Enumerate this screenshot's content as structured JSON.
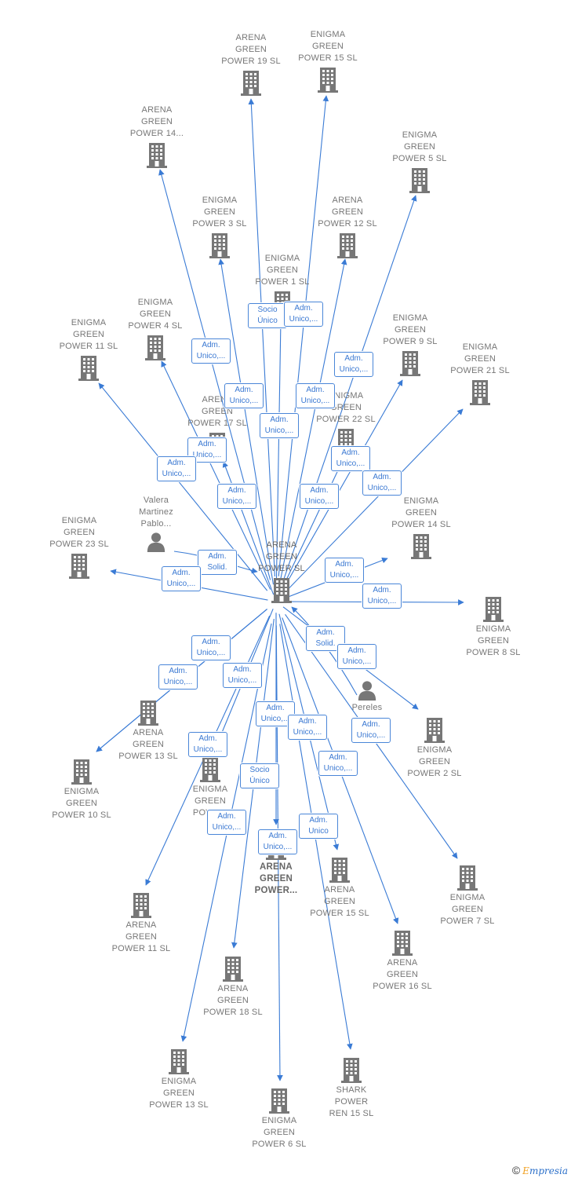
{
  "colors": {
    "edge": "#3a7bd5",
    "icon": "#777777",
    "label": "#777777",
    "badge_text": "#3a78d2"
  },
  "nodes": [
    {
      "id": "center",
      "label": "ARENA\nGREEN\nPOWER  SL",
      "icon": "building-icon",
      "kind": "center"
    },
    {
      "id": "n1",
      "label": "ARENA\nGREEN\nPOWER 19  SL",
      "icon": "building-icon"
    },
    {
      "id": "n2",
      "label": "ENIGMA\nGREEN\nPOWER 15  SL",
      "icon": "building-icon"
    },
    {
      "id": "n3",
      "label": "ARENA\nGREEN\nPOWER 14...",
      "icon": "building-icon"
    },
    {
      "id": "n4",
      "label": "ENIGMA\nGREEN\nPOWER 5  SL",
      "icon": "building-icon"
    },
    {
      "id": "n5",
      "label": "ENIGMA\nGREEN\nPOWER 3  SL",
      "icon": "building-icon"
    },
    {
      "id": "n6",
      "label": "ARENA\nGREEN\nPOWER 12  SL",
      "icon": "building-icon"
    },
    {
      "id": "n7",
      "label": "ENIGMA\nGREEN\nPOWER 1  SL",
      "icon": "building-icon"
    },
    {
      "id": "n8",
      "label": "ENIGMA\nGREEN\nPOWER 4  SL",
      "icon": "building-icon"
    },
    {
      "id": "n9",
      "label": "ENIGMA\nGREEN\nPOWER 11  SL",
      "icon": "building-icon"
    },
    {
      "id": "n10",
      "label": "ENIGMA\nGREEN\nPOWER 9  SL",
      "icon": "building-icon"
    },
    {
      "id": "n11",
      "label": "ENIGMA\nGREEN\nPOWER 21  SL",
      "icon": "building-icon"
    },
    {
      "id": "n12",
      "label": "ARENA\nGREEN\nPOWER 17  SL",
      "icon": "building-icon"
    },
    {
      "id": "n13",
      "label": "ENIGMA\nGREEN\nPOWER 22  SL",
      "icon": "building-icon"
    },
    {
      "id": "n14",
      "label": "ENIGMA\nGREEN\nPOWER 14  SL",
      "icon": "building-icon"
    },
    {
      "id": "n15",
      "label": "Valera\nMartinez\nPablo...",
      "icon": "person-icon"
    },
    {
      "id": "n16",
      "label": "ENIGMA\nGREEN\nPOWER 23  SL",
      "icon": "building-icon"
    },
    {
      "id": "n17",
      "label": "ENIGMA\nGREEN\nPOWER 8  SL",
      "icon": "building-icon"
    },
    {
      "id": "n18",
      "label": "Pereles",
      "icon": "person-icon"
    },
    {
      "id": "n19",
      "label": "ARENA\nGREEN\nPOWER 13  SL",
      "icon": "building-icon"
    },
    {
      "id": "n20",
      "label": "ENIGMA\nGREEN\nPOWER 2  SL",
      "icon": "building-icon"
    },
    {
      "id": "n21",
      "label": "ENIGMA\nGREEN\nPOWER 10  SL",
      "icon": "building-icon"
    },
    {
      "id": "n22",
      "label": "ENIGMA\nGREEN\nPOWE...",
      "icon": "building-icon"
    },
    {
      "id": "n23",
      "label": "ARENA\nGREEN\nPOWER...",
      "icon": "building-icon",
      "kind": "bold"
    },
    {
      "id": "n24",
      "label": "ARENA\nGREEN\nPOWER 15  SL",
      "icon": "building-icon"
    },
    {
      "id": "n25",
      "label": "ENIGMA\nGREEN\nPOWER 7  SL",
      "icon": "building-icon"
    },
    {
      "id": "n26",
      "label": "ARENA\nGREEN\nPOWER 11  SL",
      "icon": "building-icon"
    },
    {
      "id": "n27",
      "label": "ARENA\nGREEN\nPOWER 16  SL",
      "icon": "building-icon"
    },
    {
      "id": "n28",
      "label": "ARENA\nGREEN\nPOWER 18  SL",
      "icon": "building-icon"
    },
    {
      "id": "n29",
      "label": "ENIGMA\nGREEN\nPOWER 13  SL",
      "icon": "building-icon"
    },
    {
      "id": "n30",
      "label": "SHARK\nPOWER\nREN 15  SL",
      "icon": "building-icon"
    },
    {
      "id": "n31",
      "label": "ENIGMA\nGREEN\nPOWER 6  SL",
      "icon": "building-icon"
    }
  ],
  "relations": [
    {
      "id": "r1",
      "label": "Socio\nÚnico",
      "from": "center",
      "to": "n1"
    },
    {
      "id": "r2",
      "label": "Adm.\nUnico,...",
      "from": "center",
      "to": "n2"
    },
    {
      "id": "r3",
      "label": "Adm.\nUnico,...",
      "from": "center",
      "to": "n3"
    },
    {
      "id": "r4",
      "label": "Adm.\nUnico,...",
      "from": "center",
      "to": "n4"
    },
    {
      "id": "r5",
      "label": "Adm.\nUnico,...",
      "from": "center",
      "to": "n5"
    },
    {
      "id": "r6",
      "label": "Adm.\nUnico,...",
      "from": "center",
      "to": "n6"
    },
    {
      "id": "r7",
      "label": "Adm.\nUnico,...",
      "from": "center",
      "to": "n7"
    },
    {
      "id": "r8",
      "label": "Adm.\nUnico,...",
      "from": "center",
      "to": "n8"
    },
    {
      "id": "r9",
      "label": "Adm.\nUnico,...",
      "from": "center",
      "to": "n9"
    },
    {
      "id": "r10",
      "label": "Adm.\nUnico,...",
      "from": "center",
      "to": "n10"
    },
    {
      "id": "r11",
      "label": "Adm.\nUnico,...",
      "from": "center",
      "to": "n11"
    },
    {
      "id": "r12",
      "label": "Adm.\nUnico,...",
      "from": "center",
      "to": "n12"
    },
    {
      "id": "r13",
      "label": "Adm.\nUnico,...",
      "from": "center",
      "to": "n13"
    },
    {
      "id": "r14",
      "label": "Adm.\nUnico,...",
      "from": "center",
      "to": "n14"
    },
    {
      "id": "r15",
      "label": "Adm.\nSolid.",
      "from": "n15",
      "to": "center"
    },
    {
      "id": "r16",
      "label": "Adm.\nUnico,...",
      "from": "center",
      "to": "n16"
    },
    {
      "id": "r17",
      "label": "Adm.\nUnico,...",
      "from": "center",
      "to": "n17"
    },
    {
      "id": "r18",
      "label": "Adm.\nSolid.",
      "from": "n18",
      "to": "center"
    },
    {
      "id": "r19",
      "label": "Adm.\nUnico,...",
      "from": "center",
      "to": "n19"
    },
    {
      "id": "r20",
      "label": "Adm.\nUnico,...",
      "from": "center",
      "to": "n20"
    },
    {
      "id": "r21",
      "label": "Adm.\nUnico,...",
      "from": "center",
      "to": "n21"
    },
    {
      "id": "r22",
      "label": "Adm.\nUnico,...",
      "from": "center",
      "to": "n22"
    },
    {
      "id": "r23",
      "label": "Adm.\nUnico,...",
      "from": "center",
      "to": "n23"
    },
    {
      "id": "r24",
      "label": "Adm.\nUnico,...",
      "from": "center",
      "to": "n24"
    },
    {
      "id": "r25",
      "label": "Adm.\nUnico,...",
      "from": "center",
      "to": "n25"
    },
    {
      "id": "r26",
      "label": "Adm.\nUnico,...",
      "from": "center",
      "to": "n26"
    },
    {
      "id": "r27",
      "label": "Adm.\nUnico,...",
      "from": "center",
      "to": "n27"
    },
    {
      "id": "r28",
      "label": "Socio\nÚnico",
      "from": "center",
      "to": "n28"
    },
    {
      "id": "r29",
      "label": "Adm.\nUnico,...",
      "from": "center",
      "to": "n29"
    },
    {
      "id": "r30",
      "label": "Adm.\nUnico",
      "from": "center",
      "to": "n30"
    },
    {
      "id": "r31",
      "label": "Adm.\nUnico,...",
      "from": "center",
      "to": "n31"
    }
  ],
  "footer": {
    "copyright": "©",
    "brand_first": "E",
    "brand_rest": "mpresia"
  }
}
